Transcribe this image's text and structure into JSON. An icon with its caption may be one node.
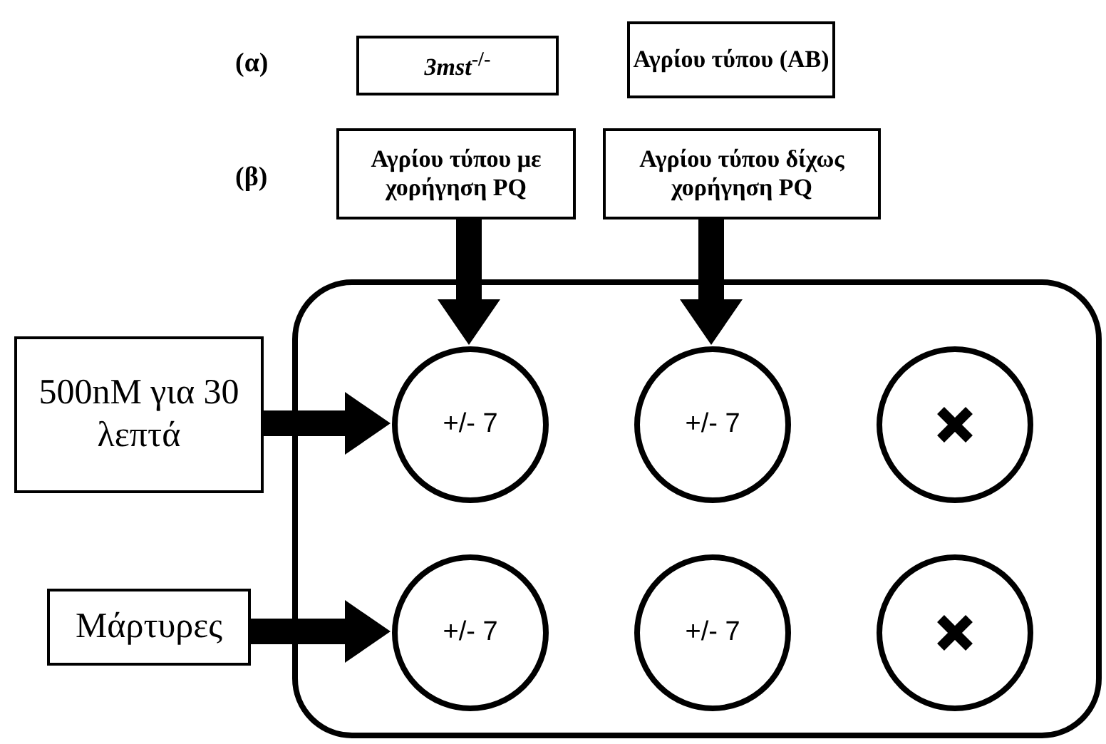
{
  "diagram": {
    "nodes": [
      {
        "text": [
          "*3mst*$^{-/-}$"
        ]
      },
      {
        "text": [
          "Αγρίου τύπου (AB)"
        ]
      },
      {
        "text": [
          "Αγρίου τύπου με χορήγηση PQ"
        ]
      },
      {
        "text": [
          "Αγρίου τύπου δίχως χορήγηση PQ"
        ]
      },
      {
        "text": [
          "500nM για 30 λεπτά"
        ]
      },
      {
        "text": [
          "Μάρτυρες"
        ]
      },
      {
        "text": [],
        "shape": "box"
      },
      {
        "text": [
          "+/- 7"
        ],
        "in": 6
      },
      {
        "text": [
          "+/- 7"
        ],
        "in": 6
      },
      {
        "text": [],
        "shape": "circle",
        "in": 6
      },
      {
        "text": [
          "+/- 7"
        ],
        "in": 6
      },
      {
        "text": [
          "+/- 7"
        ],
        "in": 6
      },
      {
        "text": [],
        "shape": "circle",
        "in": 6
      }
    ],
    "edges": [
      {
        "from": 2,
        "to": 7,
        "arrow": "to",
        "style": "thick"
      },
      {
        "from": 3,
        "to": 8,
        "arrow": "to",
        "style": "thick"
      },
      {
        "from": 4,
        "to": 7,
        "arrow": "to",
        "style": "thick"
      },
      {
        "from": 5,
        "to": 10,
        "arrow": "to",
        "style": "thick"
      }
    ],
    "labels": [
      "(α)",
      "(β)"
    ]
  }
}
